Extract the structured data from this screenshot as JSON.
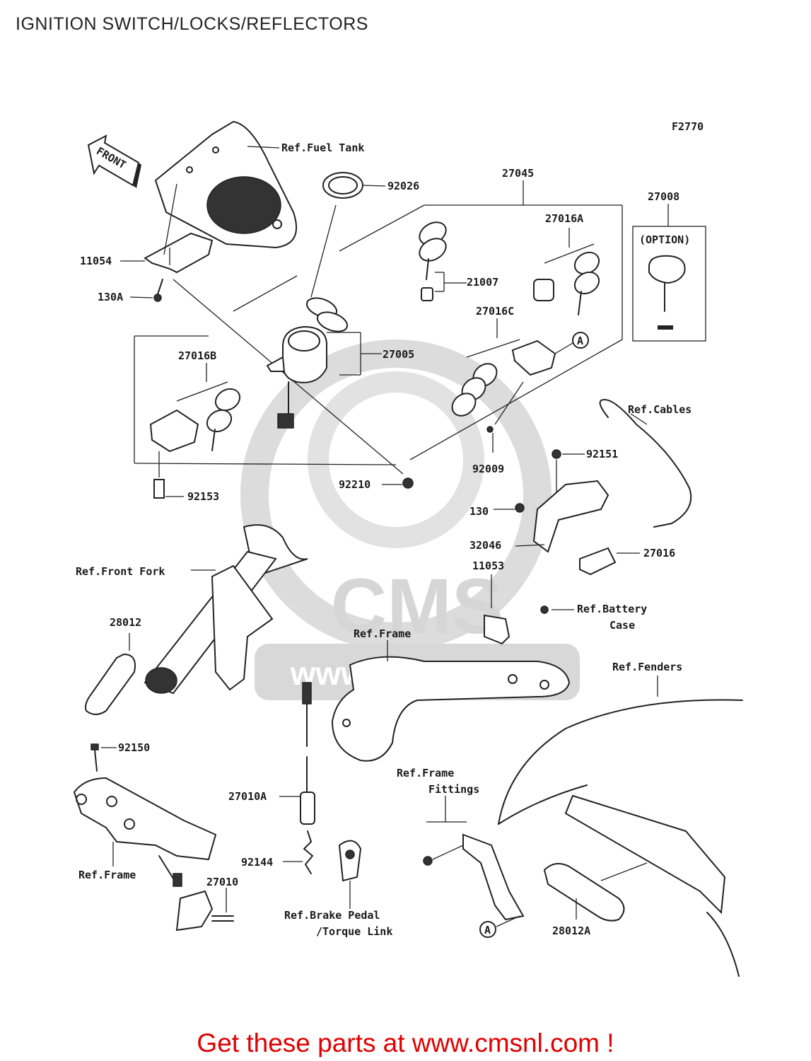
{
  "title": "IGNITION SWITCH/LOCKS/REFLECTORS",
  "figure_code": "F2770",
  "front_label": "FRONT",
  "option_label": "(OPTION)",
  "callout_a": "A",
  "watermark": {
    "logo": "CMS",
    "url": "www.cmsnl.com"
  },
  "parts": {
    "p27045": "27045",
    "p27008": "27008",
    "p92026": "92026",
    "p27016A": "27016A",
    "p11054": "11054",
    "p130A": "130A",
    "p21007": "21007",
    "p27016C": "27016C",
    "p27016B": "27016B",
    "p27005": "27005",
    "p92009": "92009",
    "p92153": "92153",
    "p92210": "92210",
    "p92151": "92151",
    "p130": "130",
    "p32046": "32046",
    "p27016": "27016",
    "p11053": "11053",
    "p28012": "28012",
    "p92150": "92150",
    "p27010A": "27010A",
    "p92144": "92144",
    "p27010": "27010",
    "p28012A": "28012A"
  },
  "refs": {
    "fuel_tank": "Ref.Fuel Tank",
    "cables": "Ref.Cables",
    "front_fork": "Ref.Front Fork",
    "battery_case_1": "Ref.Battery",
    "battery_case_2": "Case",
    "frame_top": "Ref.Frame",
    "fenders": "Ref.Fenders",
    "frame_fittings_1": "Ref.Frame",
    "frame_fittings_2": "Fittings",
    "frame_left": "Ref.Frame",
    "brake_pedal_1": "Ref.Brake Pedal",
    "brake_pedal_2": "/Torque Link"
  },
  "footer": "Get these parts at www.cmsnl.com !"
}
